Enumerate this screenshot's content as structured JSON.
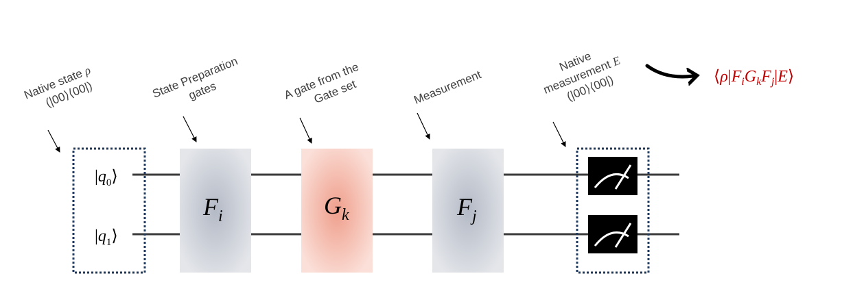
{
  "colors": {
    "wire": "#3a3a3a",
    "box_border": "#1f3a5f",
    "gate_gray_center": "#b4bac6",
    "gate_gray_edge": "#e4e6ea",
    "gate_red_center": "#ef9f8c",
    "gate_red_edge": "#fbe0d9",
    "meter_bg": "#000000",
    "meter_fg": "#ffffff",
    "result_color": "#c00000",
    "arrow": "#000000"
  },
  "labels": {
    "native_state": {
      "line1": "Native state ",
      "symbol": "ρ",
      "line2": "(|00⟩⟨00|)"
    },
    "state_prep": {
      "line1": "State Preparation",
      "line2": "gates"
    },
    "gate_from_set": {
      "line1": "A gate from the",
      "line2": "Gate set"
    },
    "measurement": {
      "line1": "Measurement"
    },
    "native_measurement": {
      "line1": "Native",
      "line2_text": "measurement ",
      "line2_symbol": "E",
      "line3": "(|00⟩⟨00|)"
    }
  },
  "qubits": {
    "q0": {
      "open": "|",
      "name": "q",
      "sub": "0",
      "close": "⟩"
    },
    "q1": {
      "open": "|",
      "name": "q",
      "sub": "1",
      "close": "⟩"
    }
  },
  "gates": {
    "fi": {
      "name": "F",
      "sub": "i"
    },
    "gk": {
      "name": "G",
      "sub": "k"
    },
    "fj": {
      "name": "F",
      "sub": "j"
    }
  },
  "meters": {
    "icon": "meter-icon"
  },
  "result": {
    "lang": "⟨",
    "rho": "ρ",
    "bar1": "|",
    "f1": "F",
    "f1sub": "i",
    "g": "G",
    "gsub": "k",
    "f2": "F",
    "f2sub": "j",
    "bar2": "|",
    "e": "E",
    "rang": "⟩"
  }
}
